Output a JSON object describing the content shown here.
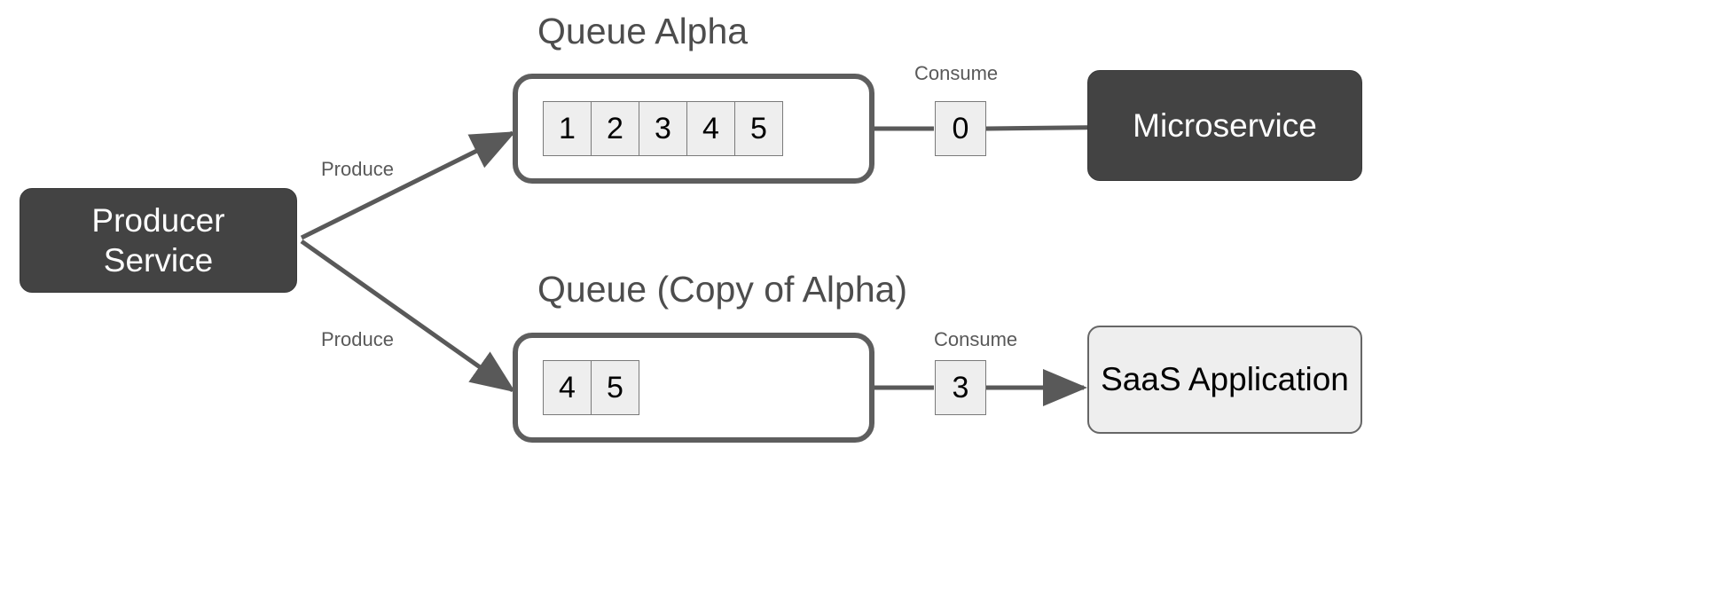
{
  "diagram": {
    "title_producer": "Producer\nService",
    "nodes": {
      "producer": {
        "line1": "Producer",
        "line2": "Service"
      },
      "microservice": {
        "label": "Microservice"
      },
      "saas": {
        "label": "SaaS Application"
      }
    },
    "queues": [
      {
        "id": "queue-alpha",
        "title": "Queue Alpha",
        "cells": [
          "1",
          "2",
          "3",
          "4",
          "5"
        ],
        "consume_label": "Consume",
        "consume_token": "0",
        "produce_label": "Produce",
        "target": "Microservice"
      },
      {
        "id": "queue-copy-alpha",
        "title": "Queue (Copy of Alpha)",
        "cells": [
          "4",
          "5"
        ],
        "consume_label": "Consume",
        "consume_token": "3",
        "produce_label": "Produce",
        "target": "SaaS Application"
      }
    ],
    "colors": {
      "dark_fill": "#434343",
      "light_fill": "#eeeeee",
      "stroke": "#5e5e5e",
      "edge": "#595959",
      "title_text": "#4d4d4d",
      "dark_text": "#ffffff",
      "light_text": "#000000",
      "background": "#ffffff"
    }
  }
}
